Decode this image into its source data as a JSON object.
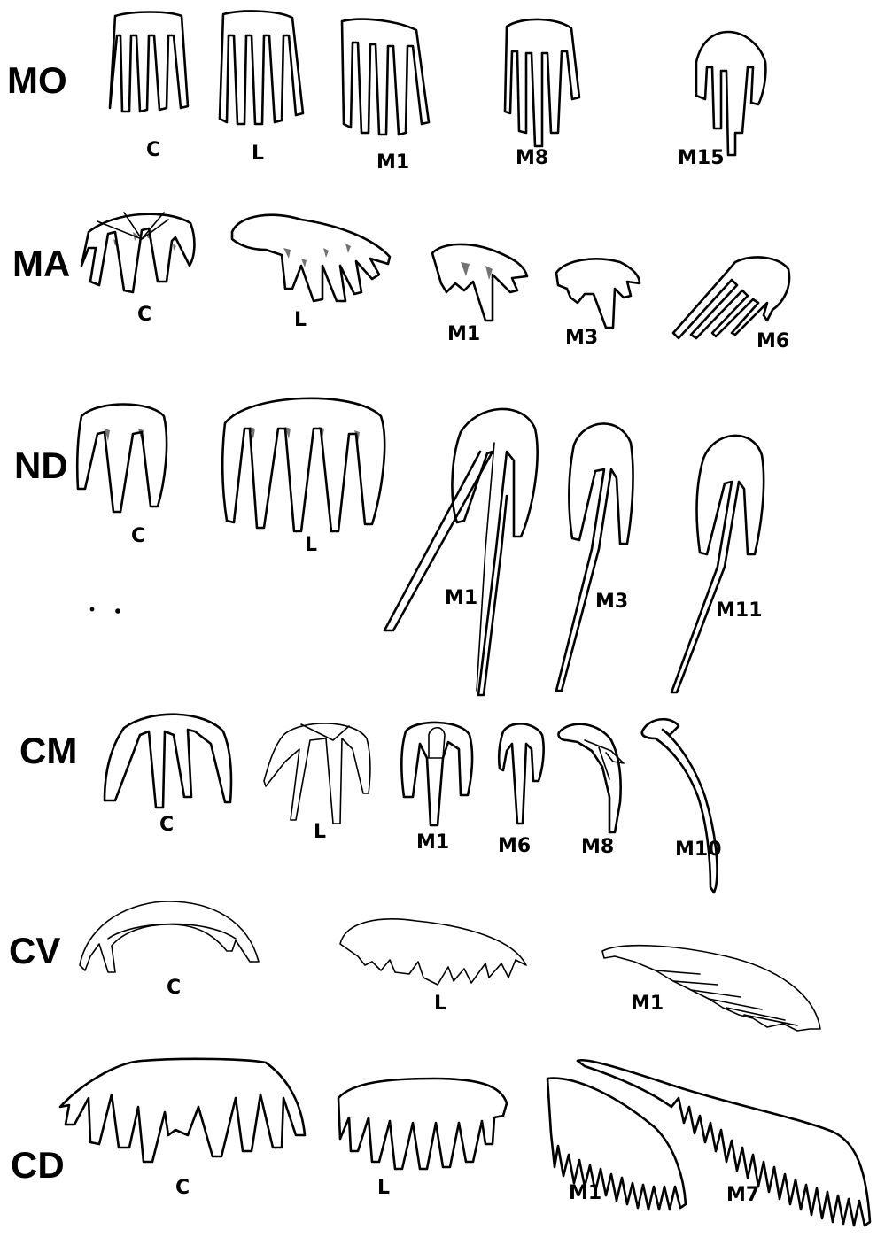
{
  "rows": [
    {
      "label": "MO",
      "teeth": [
        "C",
        "L",
        "M1",
        "M8",
        "M15"
      ]
    },
    {
      "label": "MA",
      "teeth": [
        "C",
        "L",
        "M1",
        "M3",
        "M6"
      ]
    },
    {
      "label": "ND",
      "teeth": [
        "C",
        "L",
        "M1",
        "M3",
        "M11"
      ]
    },
    {
      "label": "CM",
      "teeth": [
        "C",
        "L",
        "M1",
        "M6",
        "M8",
        "M10"
      ]
    },
    {
      "label": "CV",
      "teeth": [
        "C",
        "L",
        "M1"
      ]
    },
    {
      "label": "CD",
      "teeth": [
        "C",
        "L",
        "M1",
        "M7"
      ]
    }
  ]
}
